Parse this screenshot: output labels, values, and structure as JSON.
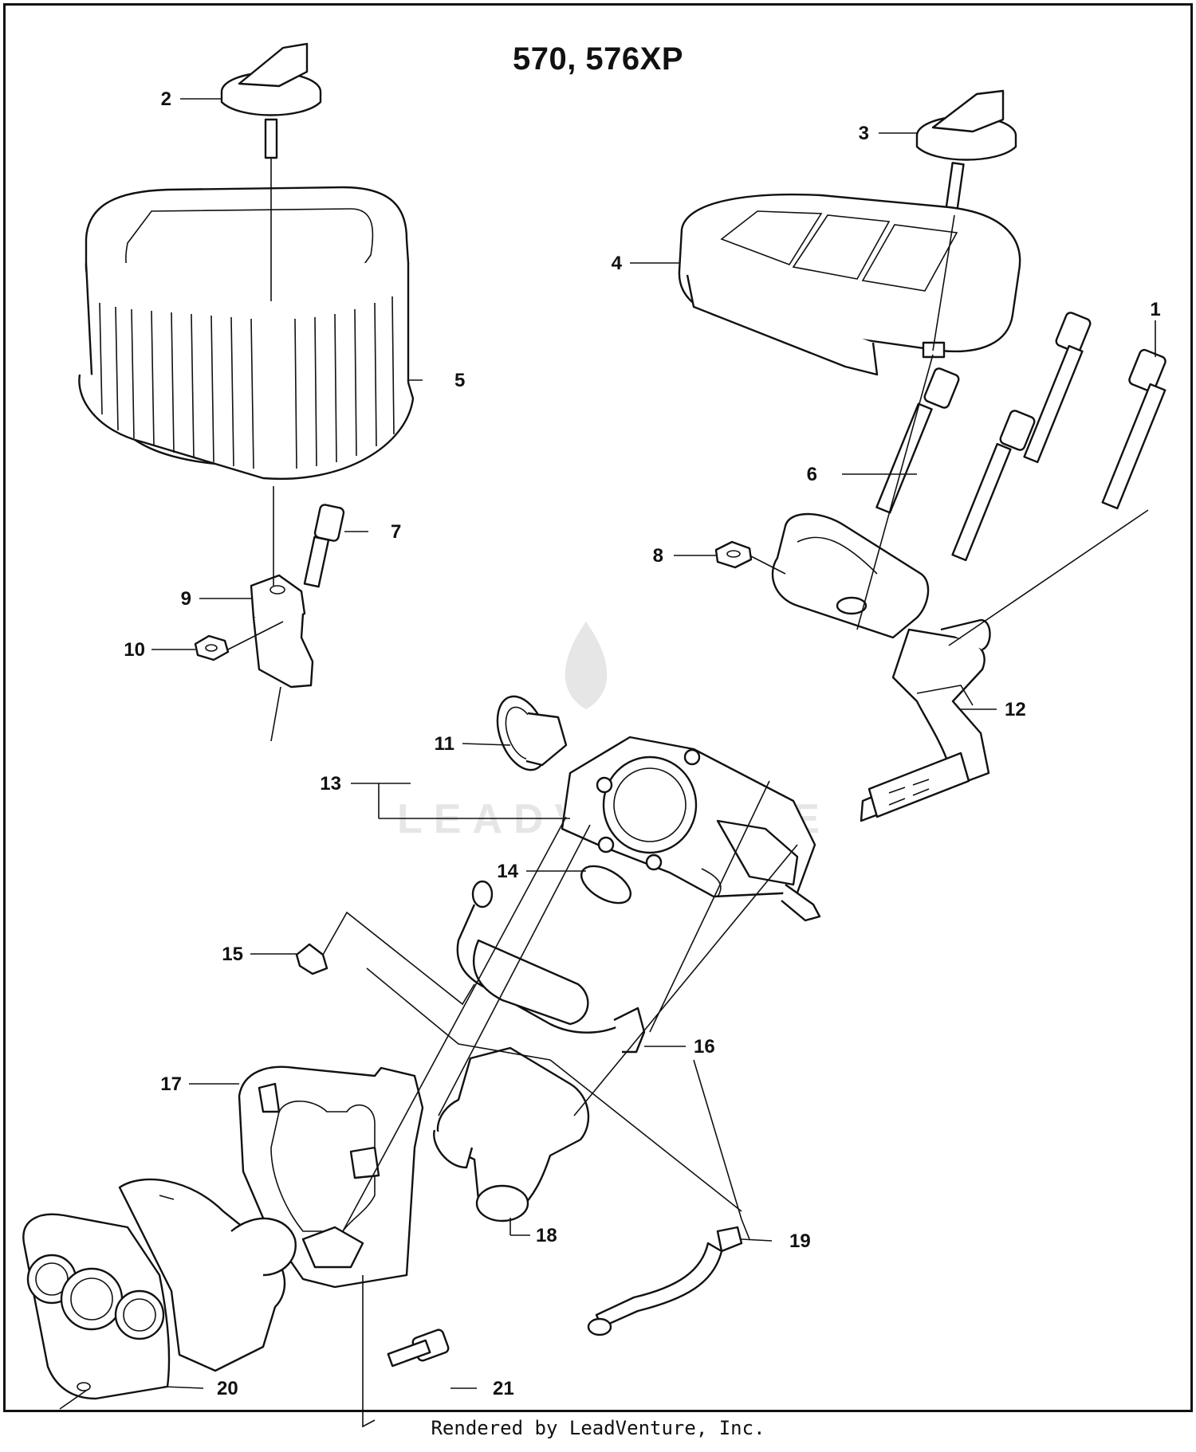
{
  "title": "570, 576XP",
  "footer": "Rendered by LeadVenture, Inc.",
  "watermark": "LEADVENTURE",
  "callouts": [
    "1",
    "2",
    "3",
    "4",
    "5",
    "6",
    "7",
    "8",
    "9",
    "10",
    "11",
    "12",
    "13",
    "14",
    "15",
    "16",
    "17",
    "18",
    "19",
    "20",
    "21"
  ]
}
